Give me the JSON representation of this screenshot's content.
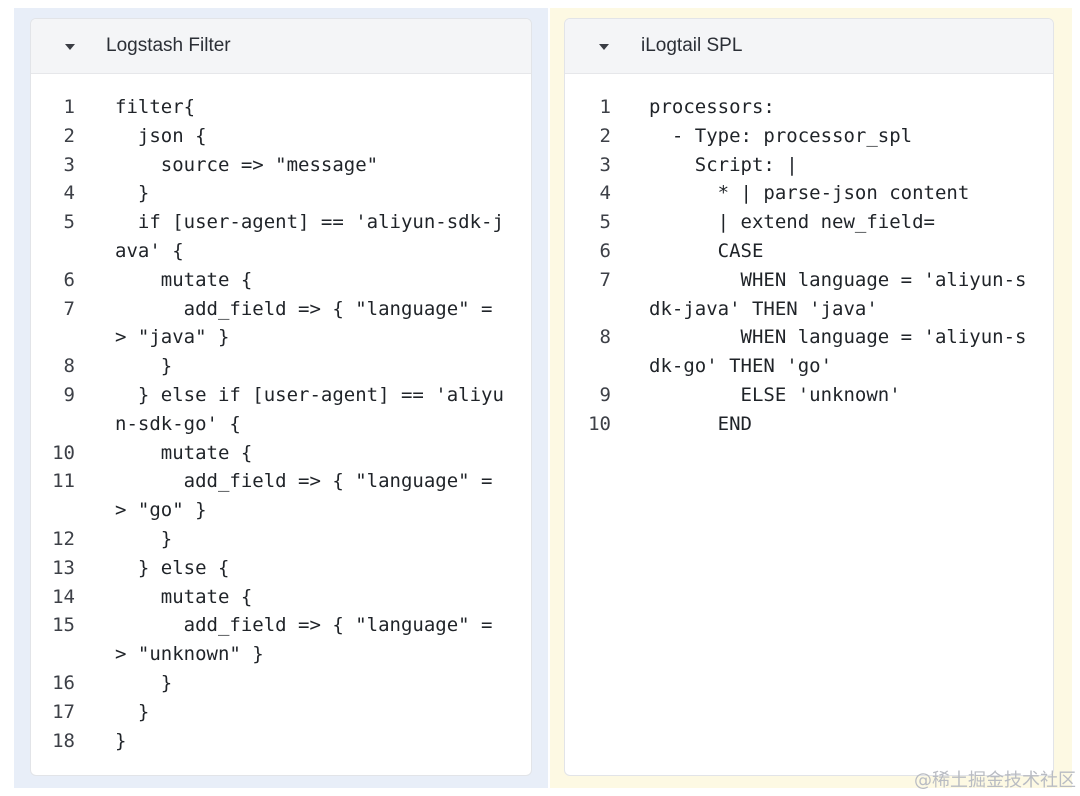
{
  "left_panel": {
    "title": "Logstash Filter",
    "lines": [
      {
        "num": "1",
        "text": "filter{"
      },
      {
        "num": "2",
        "text": "  json {"
      },
      {
        "num": "3",
        "text": "    source => \"message\""
      },
      {
        "num": "4",
        "text": "  }"
      },
      {
        "num": "5",
        "text": "  if [user-agent] == 'aliyun-sdk-j"
      },
      {
        "num": "",
        "text": "ava' {"
      },
      {
        "num": "6",
        "text": "    mutate {"
      },
      {
        "num": "7",
        "text": "      add_field => { \"language\" ="
      },
      {
        "num": "",
        "text": "> \"java\" }"
      },
      {
        "num": "8",
        "text": "    }"
      },
      {
        "num": "9",
        "text": "  } else if [user-agent] == 'aliyu"
      },
      {
        "num": "",
        "text": "n-sdk-go' {"
      },
      {
        "num": "10",
        "text": "    mutate {"
      },
      {
        "num": "11",
        "text": "      add_field => { \"language\" ="
      },
      {
        "num": "",
        "text": "> \"go\" }"
      },
      {
        "num": "12",
        "text": "    }"
      },
      {
        "num": "13",
        "text": "  } else {"
      },
      {
        "num": "14",
        "text": "    mutate {"
      },
      {
        "num": "15",
        "text": "      add_field => { \"language\" ="
      },
      {
        "num": "",
        "text": "> \"unknown\" }"
      },
      {
        "num": "16",
        "text": "    }"
      },
      {
        "num": "17",
        "text": "  }"
      },
      {
        "num": "18",
        "text": "}"
      }
    ]
  },
  "right_panel": {
    "title": "iLogtail SPL",
    "lines": [
      {
        "num": "1",
        "text": "processors:"
      },
      {
        "num": "2",
        "text": "  - Type: processor_spl"
      },
      {
        "num": "3",
        "text": "    Script: |"
      },
      {
        "num": "4",
        "text": "      * | parse-json content"
      },
      {
        "num": "5",
        "text": "      | extend new_field="
      },
      {
        "num": "6",
        "text": "      CASE"
      },
      {
        "num": "7",
        "text": "        WHEN language = 'aliyun-s"
      },
      {
        "num": "",
        "text": "dk-java' THEN 'java'"
      },
      {
        "num": "8",
        "text": "        WHEN language = 'aliyun-s"
      },
      {
        "num": "",
        "text": "dk-go' THEN 'go'"
      },
      {
        "num": "9",
        "text": "        ELSE 'unknown'"
      },
      {
        "num": "10",
        "text": "      END"
      }
    ]
  },
  "watermark": "@稀土掘金技术社区",
  "icons": {
    "collapse": "chevron-down-icon"
  },
  "colors": {
    "left_background": "#e8eef8",
    "right_background": "#fdf9e3",
    "panel_header": "#f4f5f7"
  }
}
